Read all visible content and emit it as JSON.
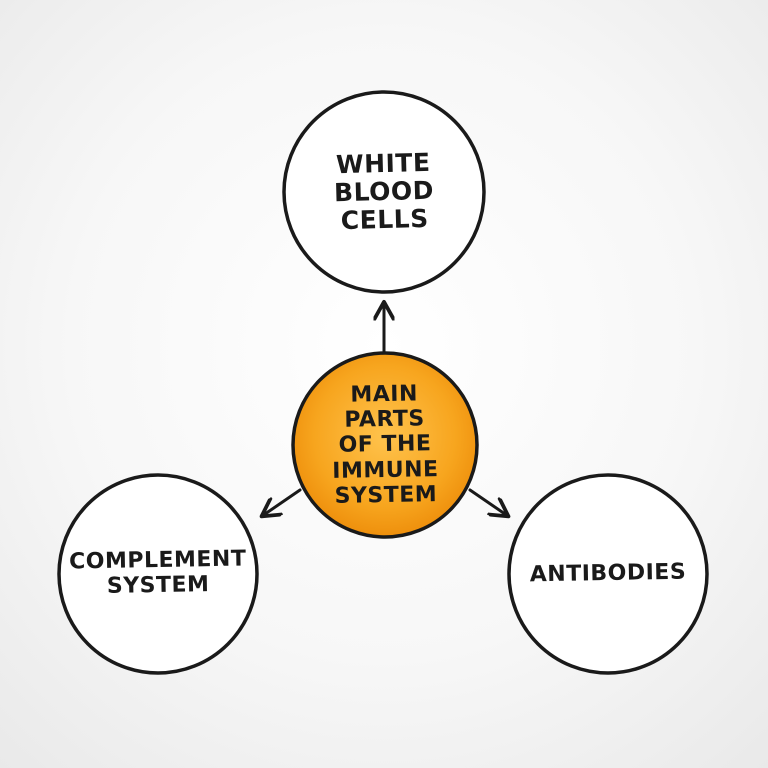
{
  "diagram": {
    "center": {
      "lines": [
        "MAIN",
        "PARTS",
        "OF THE",
        "IMMUNE",
        "SYSTEM"
      ],
      "fill_color": "#f5a623"
    },
    "nodes": {
      "top": {
        "lines": [
          "WHITE",
          "BLOOD",
          "CELLS"
        ]
      },
      "left": {
        "lines": [
          "COMPLEMENT",
          "SYSTEM"
        ]
      },
      "right": {
        "lines": [
          "ANTIBODIES"
        ]
      }
    },
    "stroke_color": "#1a1a1a"
  }
}
